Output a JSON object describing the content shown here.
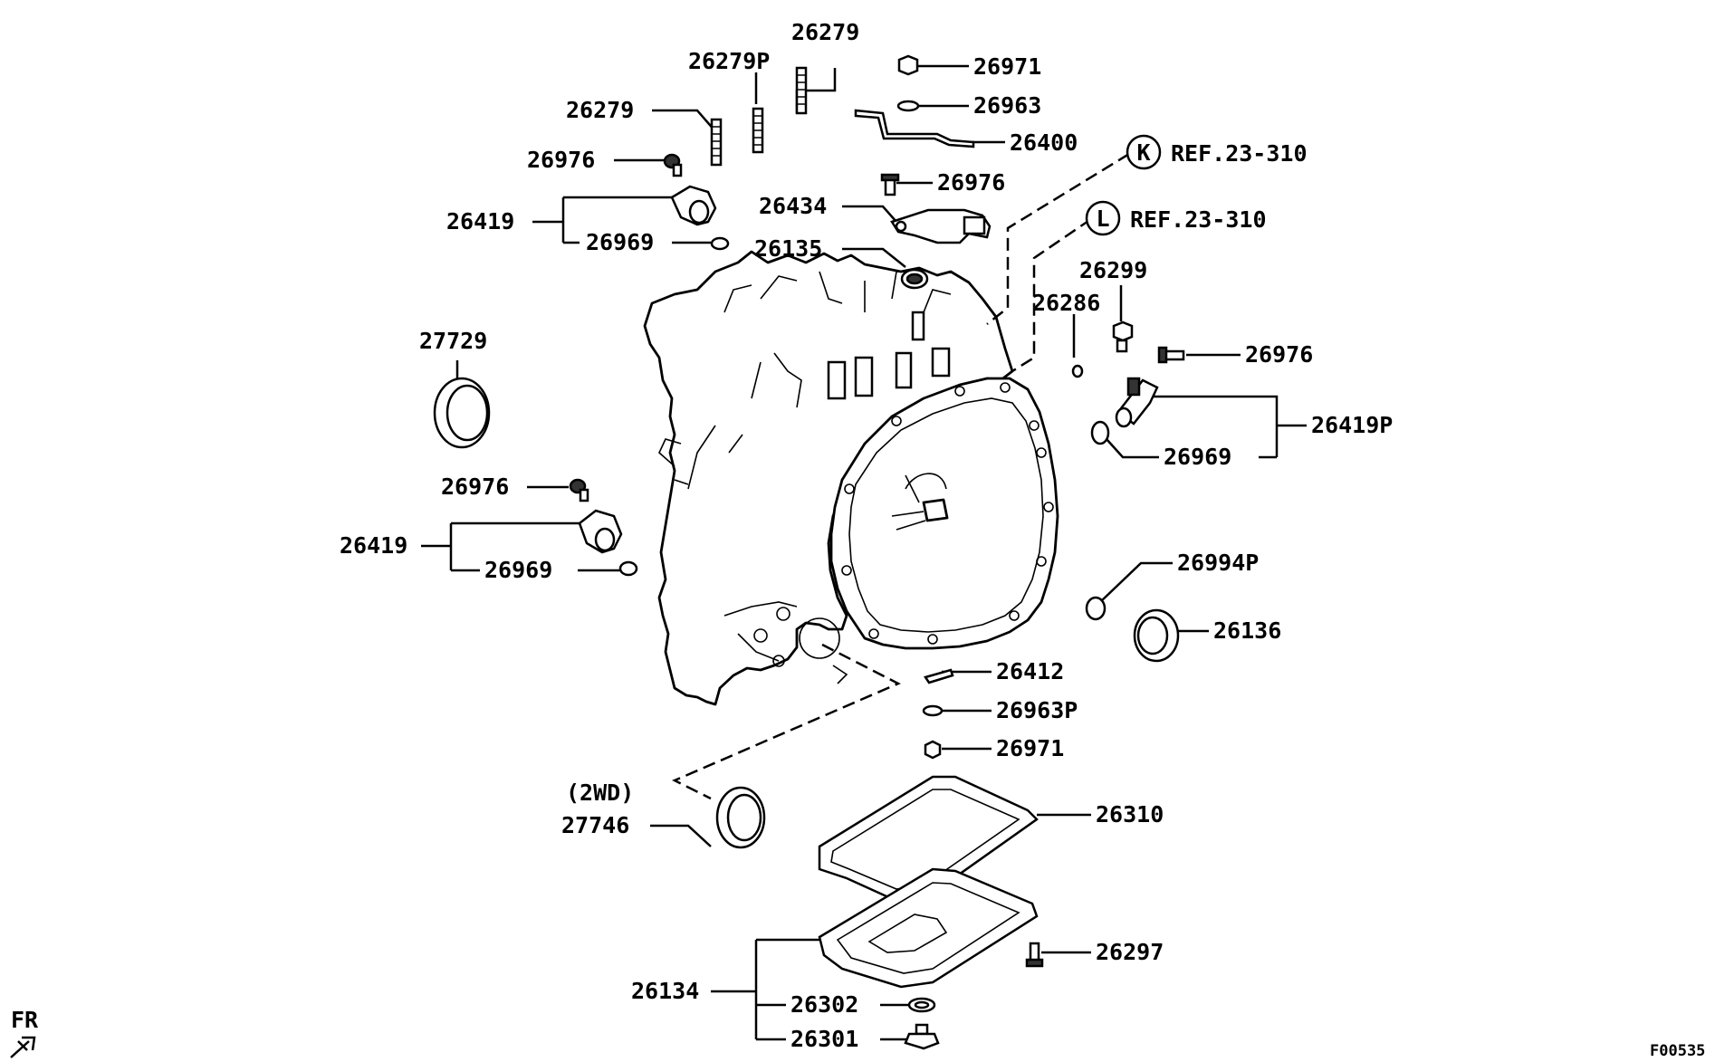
{
  "labels": {
    "p26279_a": "26279",
    "p26279p": "26279P",
    "p26279_b": "26279",
    "p26971_top": "26971",
    "p26963_top": "26963",
    "p26400": "26400",
    "p26976_a": "26976",
    "p26976_b": "26976",
    "p26434": "26434",
    "p26419_top": "26419",
    "p26969_top": "26969",
    "p26135": "26135",
    "p27729": "27729",
    "p26976_c": "26976",
    "p26419_mid": "26419",
    "p26969_mid": "26969",
    "p26299": "26299",
    "p26286": "26286",
    "p26976_d": "26976",
    "p26419p": "26419P",
    "p26969_right": "26969",
    "p26994p": "26994P",
    "p26136": "26136",
    "p26412": "26412",
    "p26963p": "26963P",
    "p26971_bot": "26971",
    "p2wd": "(2WD)",
    "p27746": "27746",
    "p26310": "26310",
    "p26297": "26297",
    "p26134": "26134",
    "p26302": "26302",
    "p26301": "26301"
  },
  "refs": {
    "k_letter": "K",
    "k_text": "REF.23-310",
    "l_letter": "L",
    "l_text": "REF.23-310"
  },
  "footer": {
    "fr": "FR",
    "code": "F00535"
  }
}
